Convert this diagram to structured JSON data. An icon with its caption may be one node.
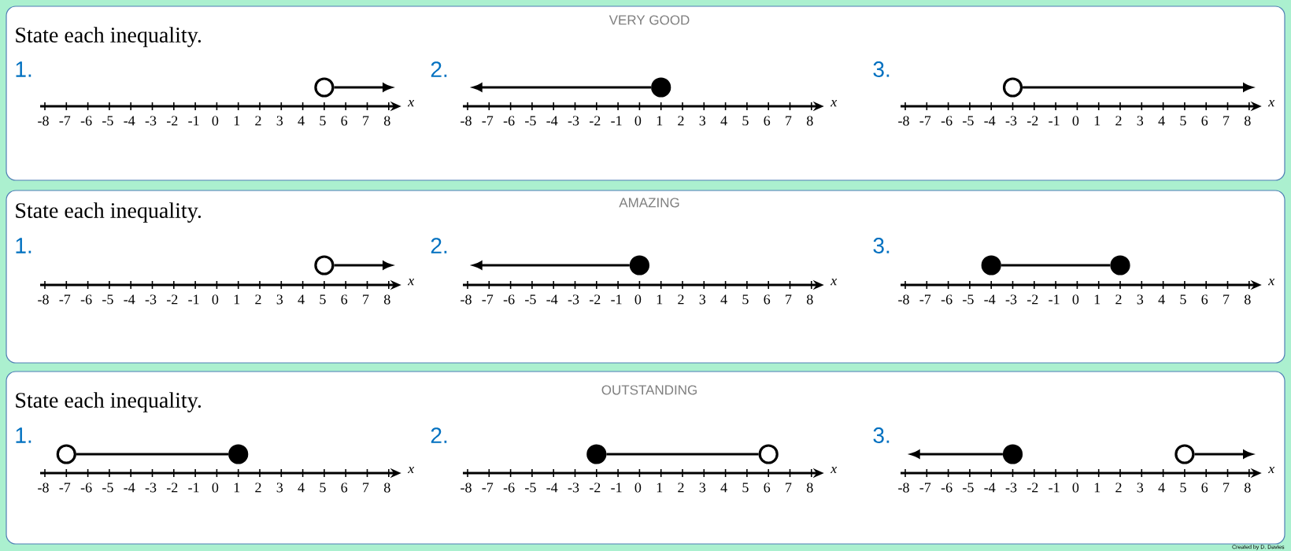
{
  "diagram": {
    "nodes": [
      {
        "text": [
          "VERY GOOD",
          "State each inequality."
        ]
      },
      {
        "text": [
          "AMAZING",
          "State each inequality."
        ]
      },
      {
        "text": [
          "OUTSTANDING",
          "State each inequality."
        ]
      },
      {
        "text": [],
        "shape": "circle",
        "in": 0
      },
      {
        "text": [],
        "shape": "dot",
        "in": 0
      },
      {
        "text": [],
        "shape": "circle",
        "in": 0
      },
      {
        "text": [],
        "shape": "circle",
        "in": 1
      },
      {
        "text": [],
        "shape": "dot",
        "in": 1
      },
      {
        "text": [],
        "shape": "dot",
        "in": 1
      },
      {
        "text": [],
        "shape": "dot",
        "in": 1
      },
      {
        "text": [],
        "shape": "circle",
        "in": 2
      },
      {
        "text": [],
        "shape": "dot",
        "in": 2
      },
      {
        "text": [],
        "shape": "dot",
        "in": 2
      },
      {
        "text": [],
        "shape": "circle",
        "in": 2
      },
      {
        "text": [],
        "shape": "dot",
        "in": 2
      },
      {
        "text": [],
        "shape": "circle",
        "in": 2
      }
    ],
    "edges": [
      {
        "from": 3,
        "to": null,
        "arrow": "to"
      },
      {
        "from": 4,
        "to": null,
        "arrow": "to"
      },
      {
        "from": 5,
        "to": null,
        "arrow": "to"
      },
      {
        "from": 6,
        "to": null,
        "arrow": "to"
      },
      {
        "from": 7,
        "to": null,
        "arrow": "to"
      },
      {
        "from": 8,
        "to": 9,
        "arrow": "none"
      },
      {
        "from": 10,
        "to": 11,
        "arrow": "none"
      },
      {
        "from": 12,
        "to": 13,
        "arrow": "none"
      },
      {
        "from": 14,
        "to": null,
        "arrow": "to"
      },
      {
        "from": 15,
        "to": null,
        "arrow": "to"
      }
    ],
    "labels": [
      "1.",
      "-8",
      "-7",
      "-6",
      "-5",
      "-4",
      "-3",
      "-2",
      "-1",
      "0",
      "1",
      "2",
      "3",
      "4",
      "5",
      "6",
      "7",
      "8",
      "x",
      "2.",
      "-8",
      "-7",
      "-6",
      "-5",
      "-4",
      "-3",
      "-2",
      "-1",
      "0",
      "1",
      "2",
      "3",
      "4",
      "5",
      "6",
      "7",
      "8",
      "x",
      "3.",
      "-8",
      "-7",
      "-6",
      "-5",
      "-4",
      "-3",
      "-2",
      "-1",
      "0",
      "1",
      "2",
      "3",
      "4",
      "5",
      "6",
      "7",
      "8",
      "x",
      "1.",
      "-8",
      "-7",
      "-6",
      "-5",
      "-4",
      "-3",
      "-2",
      "-1",
      "0",
      "1",
      "2",
      "3",
      "4",
      "5",
      "6",
      "7",
      "8",
      "x",
      "2.",
      "-8",
      "-7",
      "-6",
      "-5",
      "-4",
      "-3",
      "-2",
      "-1",
      "0",
      "1",
      "2",
      "3",
      "4",
      "5",
      "6",
      "7",
      "8",
      "x",
      "3.",
      "-8",
      "-7",
      "-6",
      "-5",
      "-4",
      "-3",
      "-2",
      "-1",
      "0",
      "1",
      "2",
      "3",
      "4",
      "5",
      "6",
      "7",
      "8",
      "x",
      "1.",
      "-8",
      "-7",
      "-6",
      "-5",
      "-4",
      "-3",
      "-2",
      "-1",
      "0",
      "1",
      "2",
      "3",
      "4",
      "5",
      "6",
      "7",
      "8",
      "x",
      "2.",
      "-8",
      "-7",
      "-6",
      "-5",
      "-4",
      "-3",
      "-2",
      "-1",
      "0",
      "1",
      "2",
      "3",
      "4",
      "5",
      "6",
      "7",
      "8",
      "x",
      "3.",
      "-8",
      "-7",
      "-6",
      "-5",
      "-4",
      "-3",
      "-2",
      "-1",
      "0",
      "1",
      "2",
      "3",
      "4",
      "5",
      "6",
      "7",
      "8",
      "x",
      "Created by D. Davies"
    ]
  }
}
